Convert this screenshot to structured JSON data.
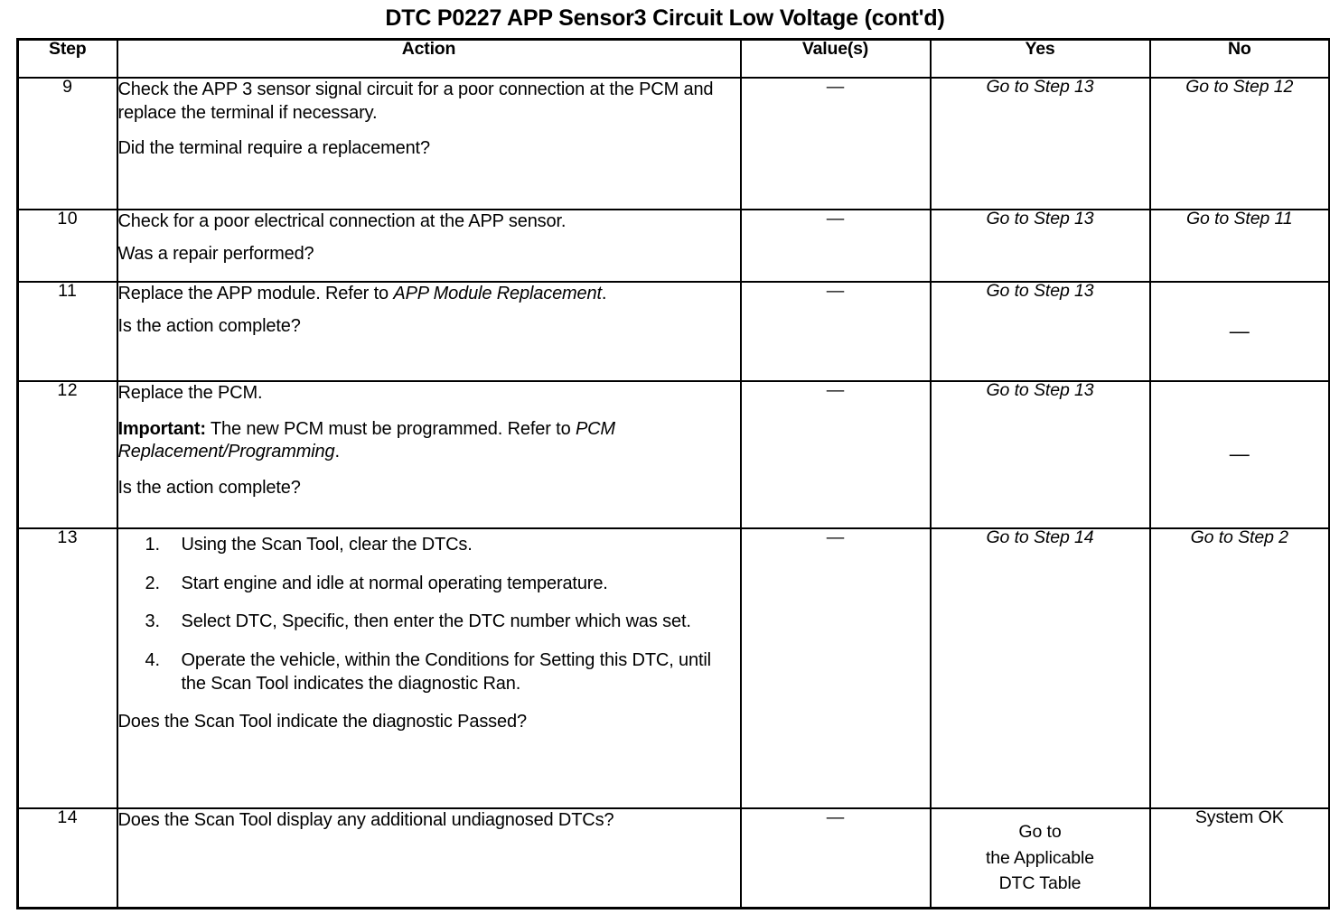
{
  "document": {
    "title": "DTC P0227 APP Sensor3 Circuit Low Voltage (cont'd)"
  },
  "table": {
    "headers": {
      "step": "Step",
      "action": "Action",
      "value": "Value(s)",
      "yes": "Yes",
      "no": "No"
    },
    "dash": "—",
    "rows": [
      {
        "step": "9",
        "action_paragraphs": [
          "Check the APP 3 sensor signal circuit for a poor connection at the PCM and replace the terminal if necessary.",
          "Did the terminal require a replacement?"
        ],
        "value": "—",
        "yes": "Go to Step 13",
        "no": "Go to Step 12"
      },
      {
        "step": "10",
        "action_paragraphs": [
          "Check for a poor electrical connection at the APP sensor.",
          "Was a repair performed?"
        ],
        "value": "—",
        "yes": "Go to Step 13",
        "no": "Go to Step 11"
      },
      {
        "step": "11",
        "action_paragraphs": [
          "Replace the APP module. Refer to APP Module Replacement.",
          "Is the action complete?"
        ],
        "action_italic_part": "APP Module Replacement",
        "value": "—",
        "yes": "Go to Step 13",
        "no": "—"
      },
      {
        "step": "12",
        "action_paragraphs": [
          "Replace the PCM.",
          "Important: The new PCM must be programmed. Refer to PCM Replacement/Programming.",
          "Is the action complete?"
        ],
        "action_bold_part": "Important:",
        "action_italic_part": "PCM Replacement/Programming",
        "value": "—",
        "yes": "Go to Step 13",
        "no": "—"
      },
      {
        "step": "13",
        "list_items": [
          {
            "num": "1.",
            "text": "Using the Scan Tool, clear the DTCs."
          },
          {
            "num": "2.",
            "text": "Start engine and idle at normal operating temperature."
          },
          {
            "num": "3.",
            "text": "Select DTC, Specific, then enter the DTC number which was set."
          },
          {
            "num": "4.",
            "text": "Operate the vehicle, within the Conditions for Setting this DTC, until the Scan Tool indicates the diagnostic Ran."
          }
        ],
        "action_question": "Does the Scan Tool indicate the diagnostic Passed?",
        "value": "—",
        "yes": "Go to Step 14",
        "no": "Go to Step 2"
      },
      {
        "step": "14",
        "action_paragraphs": [
          "Does the Scan Tool display any additional undiagnosed DTCs?"
        ],
        "value": "—",
        "yes_lines": [
          "Go to",
          "the Applicable",
          "DTC Table"
        ],
        "no": "System OK"
      }
    ]
  }
}
